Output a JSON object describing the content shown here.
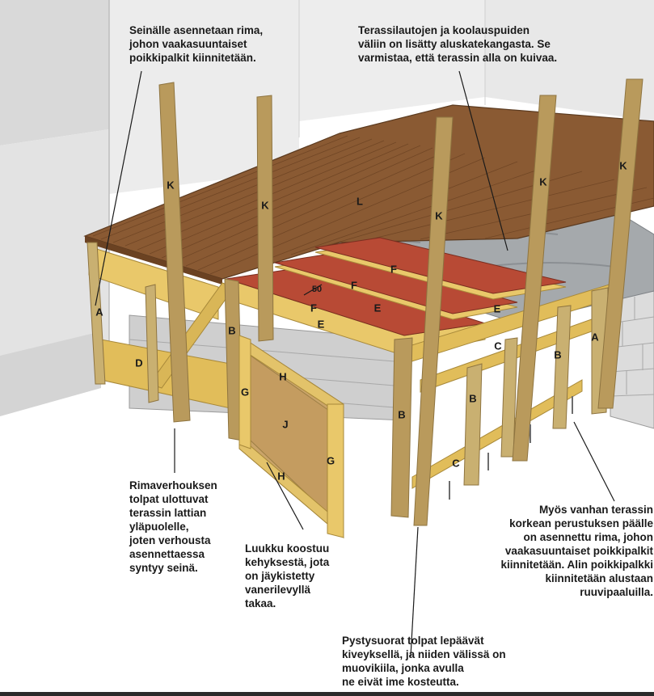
{
  "callouts": {
    "rail_wall": [
      "Seinälle asennetaan rima,",
      "johon vaakasuuntaiset",
      "poikkipalkit kiinnitetään."
    ],
    "membrane": [
      "Terassilautojen ja koolauspuiden",
      "väliin on lisätty aluskatekangasta. Se",
      "varmistaa, että terassin alla on kuivaa."
    ],
    "posts_above": [
      "Rimaverhouksen",
      "tolpat ulottuvat",
      "terassin lattian",
      "yläpuolelle,",
      "joten verhousta",
      "asennettaessa",
      "syntyy seinä."
    ],
    "hatch": [
      "Luukku koostuu",
      "kehyksestä, jota",
      "on jäykistetty",
      "vanerilevyllä",
      "takaa."
    ],
    "stones": [
      "Pystysuorat tolpat lepäävät",
      "kiveyksellä, ja niiden välissä on",
      "muovikiila, jonka avulla",
      "ne eivät ime kosteutta."
    ],
    "old_terrace": [
      "Myös vanhan terassin",
      "korkean perustuksen päälle",
      "on asennettu rima, johon",
      "vaakasuuntaiset poikkipalkit",
      "kiinnitetään. Alin poikkipalkki",
      "kiinnitetään alustaan",
      "ruuvipaaluilla."
    ]
  },
  "part_labels": {
    "A": "A",
    "B": "B",
    "C": "C",
    "D": "D",
    "E": "E",
    "F": "F",
    "G": "G",
    "H": "H",
    "J": "J",
    "K": "K",
    "L": "L",
    "spacing": "50"
  },
  "colors": {
    "deck": "#8a5a33",
    "deck_grain": "#6e4424",
    "joist": "#e9c86a",
    "beam_top": "#b84a35",
    "post": "#b99a5c",
    "post_dark": "#8e7440",
    "wall": "#e4e4e4",
    "membrane": "#9ea2a5",
    "block": "#c9c9c9"
  }
}
